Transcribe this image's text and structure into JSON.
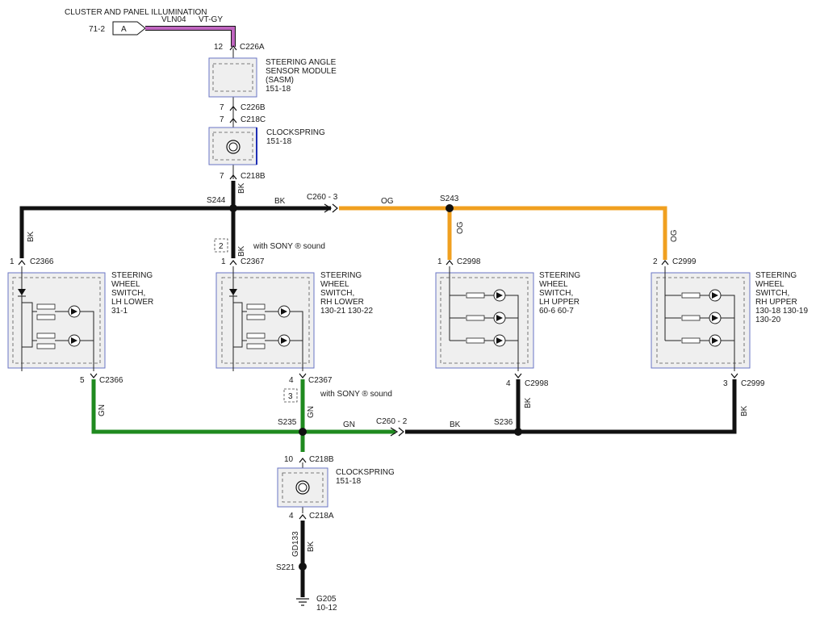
{
  "diagram": {
    "title": "CLUSTER AND PANEL ILLUMINATION",
    "source_ref": "71-2",
    "source_marker": "A",
    "circuit_top": "VLN04",
    "circuit_top_color": "VT-GY",
    "circuit_ground": "GD133",
    "option_note": "with SONY ® sound",
    "option_tag_1": "2",
    "option_tag_2": "3",
    "connectors": [
      {
        "id": "c226a",
        "pin": "12",
        "name": "C226A"
      },
      {
        "id": "c226b",
        "pin": "7",
        "name": "C226B"
      },
      {
        "id": "c218c",
        "pin": "7",
        "name": "C218C"
      },
      {
        "id": "c218b-top",
        "pin": "7",
        "name": "C218B"
      },
      {
        "id": "c2366-top",
        "pin": "1",
        "name": "C2366"
      },
      {
        "id": "c2367-top",
        "pin": "1",
        "name": "C2367"
      },
      {
        "id": "c2998-top",
        "pin": "1",
        "name": "C2998"
      },
      {
        "id": "c2999-top",
        "pin": "2",
        "name": "C2999"
      },
      {
        "id": "c2366-bot",
        "pin": "5",
        "name": "C2366"
      },
      {
        "id": "c2367-bot",
        "pin": "4",
        "name": "C2367"
      },
      {
        "id": "c2998-bot",
        "pin": "4",
        "name": "C2998"
      },
      {
        "id": "c2999-bot",
        "pin": "3",
        "name": "C2999"
      },
      {
        "id": "c218b-bot",
        "pin": "10",
        "name": "C218B"
      },
      {
        "id": "c218a",
        "pin": "4",
        "name": "C218A"
      }
    ],
    "inline_connectors": [
      {
        "id": "c260-3",
        "label": "C260  -  3"
      },
      {
        "id": "c260-2",
        "label": "C260  -  2"
      }
    ],
    "splices": [
      "S244",
      "S243",
      "S235",
      "S236",
      "S221"
    ],
    "ground": {
      "name": "G205",
      "ref": "10-12"
    },
    "wire_colors": {
      "black": "BK",
      "orange": "OG",
      "green": "GN"
    },
    "modules": [
      {
        "id": "sasm",
        "lines": [
          "STEERING ANGLE",
          "SENSOR MODULE",
          "(SASM)",
          "151-18"
        ]
      },
      {
        "id": "clockspring-top",
        "lines": [
          "CLOCKSPRING",
          "151-18"
        ]
      },
      {
        "id": "lh-lower",
        "lines": [
          "STEERING",
          "WHEEL",
          "SWITCH,",
          "LH LOWER",
          "31-1"
        ]
      },
      {
        "id": "rh-lower",
        "lines": [
          "STEERING",
          "WHEEL",
          "SWITCH,",
          "RH LOWER",
          "130-21  130-22"
        ]
      },
      {
        "id": "lh-upper",
        "lines": [
          "STEERING",
          "WHEEL",
          "SWITCH,",
          "LH UPPER",
          "60-6    60-7"
        ]
      },
      {
        "id": "rh-upper",
        "lines": [
          "STEERING",
          "WHEEL",
          "SWITCH,",
          "RH UPPER",
          "130-18  130-19",
          "130-20"
        ]
      },
      {
        "id": "clockspring-bot",
        "lines": [
          "CLOCKSPRING",
          "151-18"
        ]
      }
    ],
    "colors": {
      "violet_gray": "#c066c0",
      "black": "#111111",
      "orange": "#f0a020",
      "green": "#1f8a1f",
      "module_border": "#6a74c4"
    }
  }
}
